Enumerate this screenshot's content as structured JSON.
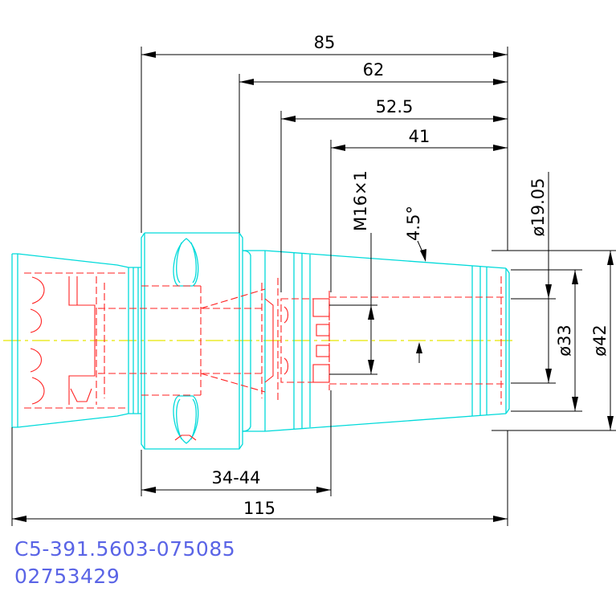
{
  "dimensions": {
    "overall_85": "85",
    "length_62": "62",
    "length_52_5": "52.5",
    "length_41": "41",
    "thread": "M16×1",
    "taper_angle": "4.5°",
    "dia_19_05": "ø19.05",
    "dia_33": "ø33",
    "dia_42": "ø42",
    "range_34_44": "34-44",
    "total_115": "115"
  },
  "part_number": "C5-391.5603-075085",
  "order_code": "02753429",
  "colors": {
    "outline": "#00dada",
    "hidden": "#ff2222",
    "centerline": "#e6e600",
    "dimension": "#000000",
    "annotation": "#5a64e6"
  }
}
